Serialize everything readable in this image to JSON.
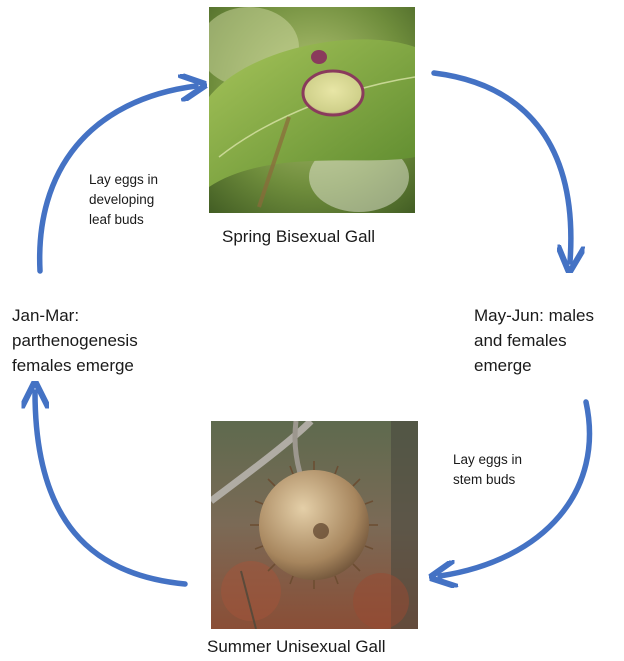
{
  "figure": {
    "spring_caption": "Spring Bisexual Gall",
    "summer_caption": "Summer Unisexual Gall",
    "stage_left": "Jan-Mar:\nparthenogenesis\nfemales emerge",
    "stage_right": "May-Jun: males\nand females\nemerge",
    "note_left": "Lay eggs in\ndeveloping\nleaf buds",
    "note_right": "Lay eggs in\nstem buds"
  },
  "colors": {
    "arrow": "#4472c4",
    "text": "#1a1a1a",
    "background": "#ffffff"
  }
}
